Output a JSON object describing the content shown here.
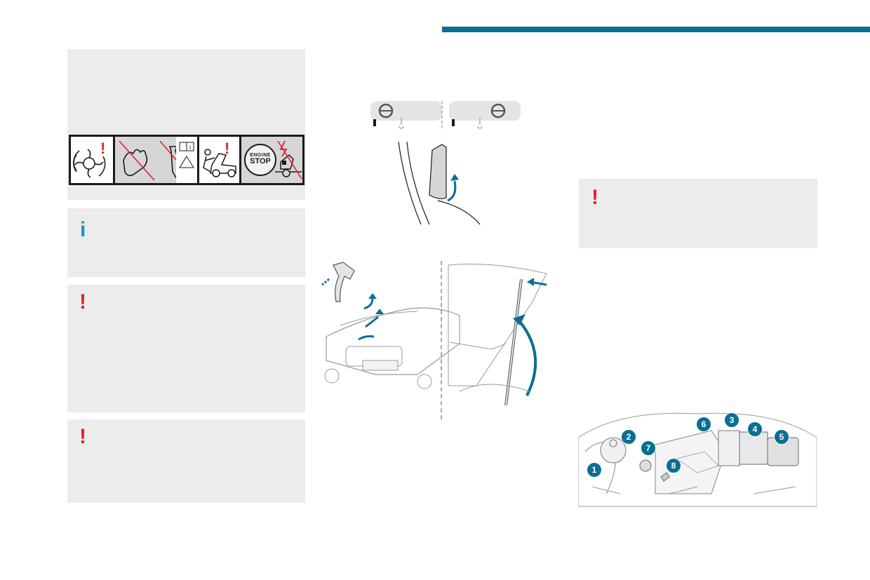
{
  "colors": {
    "accent": "#0a6f92",
    "warning": "#e0242b",
    "info": "#1a8fd0",
    "panel": "#ececec"
  },
  "header": {
    "bar_color": "#0a6f92"
  },
  "left_column": {
    "safety_strip": {
      "icons": [
        "fan-warning-icon",
        "no-hands-icon",
        "no-tie-icon",
        "manual-icon",
        "warning-triangle-icon",
        "open-hood-warning-icon",
        "engine-stop-icon",
        "no-charging-icon"
      ],
      "manual_glyph": "i",
      "engine_stop": {
        "line1": "ENGINE",
        "line2": "STOP"
      }
    },
    "info_mark": "i",
    "warning_mark": "!"
  },
  "right_column": {
    "warning_mark": "!",
    "engine_callouts": [
      "1",
      "2",
      "3",
      "4",
      "5",
      "6",
      "7",
      "8"
    ]
  }
}
